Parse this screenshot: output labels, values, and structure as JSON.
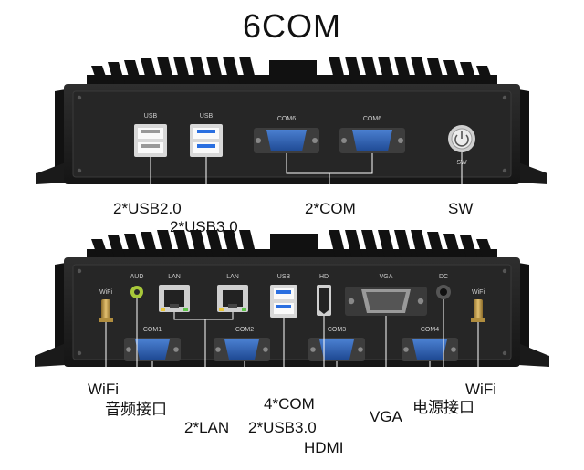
{
  "title": "6COM",
  "top_panel": {
    "port_labels": {
      "usb_a": "USB",
      "usb_b": "USB",
      "com_a": "COM6",
      "com_b": "COM6",
      "sw": "SW"
    },
    "callouts": {
      "usb2": "2*USB2.0",
      "usb3": "2*USB3.0",
      "com": "2*COM",
      "sw": "SW"
    }
  },
  "bottom_panel": {
    "port_labels": {
      "wifi_left": "WiFi",
      "aud": "AUD",
      "lan_a": "LAN",
      "lan_b": "LAN",
      "usb": "USB",
      "hd": "HD",
      "vga": "VGA",
      "dc": "DC",
      "wifi_right": "WiFi",
      "com1": "COM1",
      "com2": "COM2",
      "com3": "COM3",
      "com4": "COM4"
    },
    "callouts": {
      "wifi_left": "WiFi",
      "audio": "音频接口",
      "lan": "2*LAN",
      "com": "4*COM",
      "usb3": "2*USB3.0",
      "hdmi": "HDMI",
      "vga": "VGA",
      "power": "电源接口",
      "wifi_right": "WiFi"
    }
  },
  "colors": {
    "chassis": "#1c1c1c",
    "panel": "#2a2a2a",
    "com_blue": "#2f63b8",
    "usb3_blue": "#2a6fe0",
    "audio_green": "#a8c83a",
    "antenna_gold": "#c9a24a"
  }
}
